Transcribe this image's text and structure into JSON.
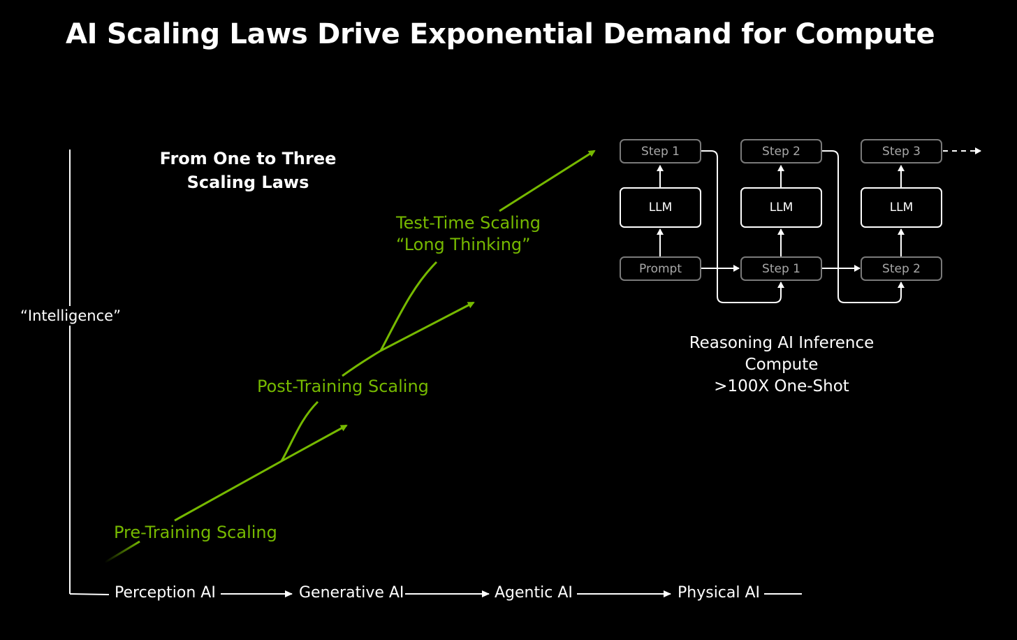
{
  "title": "AI Scaling Laws Drive Exponential Demand for Compute",
  "subtitle_line1": "From One to Three",
  "subtitle_line2": "Scaling Laws",
  "y_axis_label": "“Intelligence”",
  "x_axis_stages": [
    "Perception AI",
    "Generative AI",
    "Agentic AI",
    "Physical AI"
  ],
  "scaling_laws": {
    "pre_training": "Pre-Training Scaling",
    "post_training": "Post-Training Scaling",
    "test_time_line1": "Test-Time Scaling",
    "test_time_line2": "“Long Thinking”"
  },
  "reasoning": {
    "prompt": "Prompt",
    "llm": "LLM",
    "columns": [
      {
        "output": "Step 1",
        "input": "Prompt"
      },
      {
        "output": "Step 2",
        "input": "Step 1"
      },
      {
        "output": "Step 3",
        "input": "Step 2"
      }
    ],
    "caption_line1": "Reasoning AI Inference",
    "caption_line2": "Compute",
    "caption_line3": ">100X One-Shot"
  },
  "colors": {
    "background": "#000000",
    "accent_green": "#76b900",
    "box_border_gray": "#7a7a7a",
    "text": "#ffffff"
  }
}
